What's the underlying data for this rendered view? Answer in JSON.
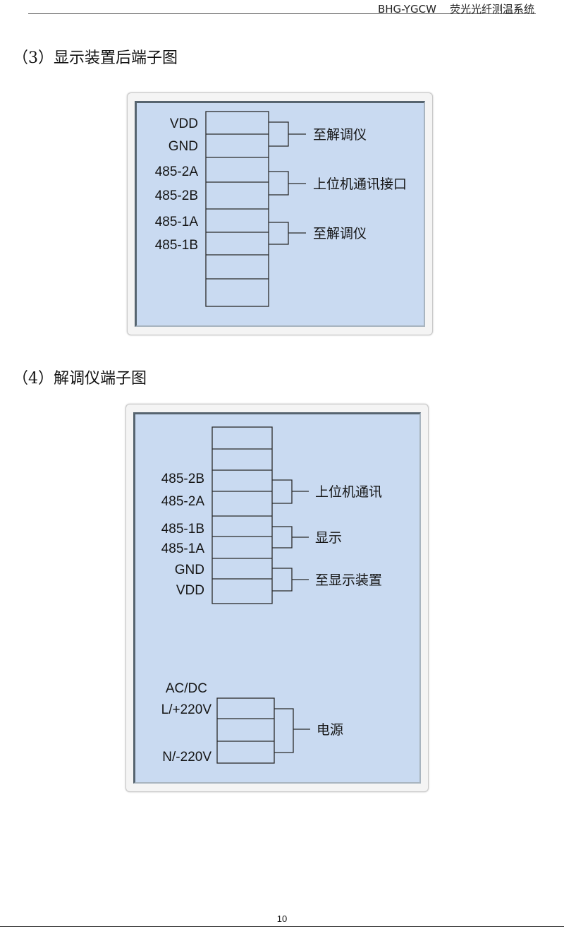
{
  "header": {
    "code": "BHG-YGCW",
    "title": "荧光光纤测温系统"
  },
  "section3": {
    "heading": "（3）显示装置后端子图",
    "terminals": [
      "VDD",
      "GND",
      "485-2A",
      "485-2B",
      "485-1A",
      "485-1B"
    ],
    "groups": [
      "至解调仪",
      "上位机通讯接口",
      "至解调仪"
    ]
  },
  "section4": {
    "heading": "（4）解调仪端子图",
    "terminals": [
      "485-2B",
      "485-2A",
      "485-1B",
      "485-1A",
      "GND",
      "VDD"
    ],
    "groups": [
      "上位机通讯",
      "显示",
      "至显示装置"
    ],
    "power": {
      "labels": [
        "AC/DC",
        "L/+220V",
        "N/-220V"
      ],
      "group": "电源"
    }
  },
  "footer": {
    "page_number": "10"
  }
}
